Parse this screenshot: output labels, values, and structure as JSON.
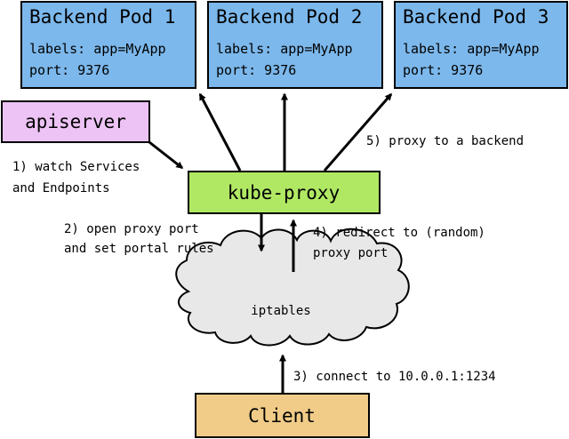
{
  "pods": [
    {
      "title": "Backend Pod 1",
      "labels": "labels: app=MyApp",
      "port": "port: 9376"
    },
    {
      "title": "Backend Pod 2",
      "labels": "labels: app=MyApp",
      "port": "port: 9376"
    },
    {
      "title": "Backend Pod 3",
      "labels": "labels: app=MyApp",
      "port": "port: 9376"
    }
  ],
  "apiserver": {
    "label": "apiserver"
  },
  "kube_proxy": {
    "label": "kube-proxy"
  },
  "iptables": {
    "label": "iptables"
  },
  "client": {
    "label": "Client"
  },
  "notes": {
    "watch": [
      "1) watch Services",
      "and Endpoints"
    ],
    "open_proxy": [
      "2) open proxy port",
      "and set portal rules"
    ],
    "connect": "3) connect to 10.0.0.1:1234",
    "redirect": [
      "4) redirect to (random)",
      "proxy port"
    ],
    "proxy_backend": "5) proxy to a backend"
  },
  "colors": {
    "pod_fill": "#7cb8ec",
    "apiserver_fill": "#ecc3f4",
    "kube_proxy_fill": "#b0e864",
    "client_fill": "#f0cc88",
    "cloud_fill": "#e8e8e8",
    "stroke": "#000000"
  }
}
